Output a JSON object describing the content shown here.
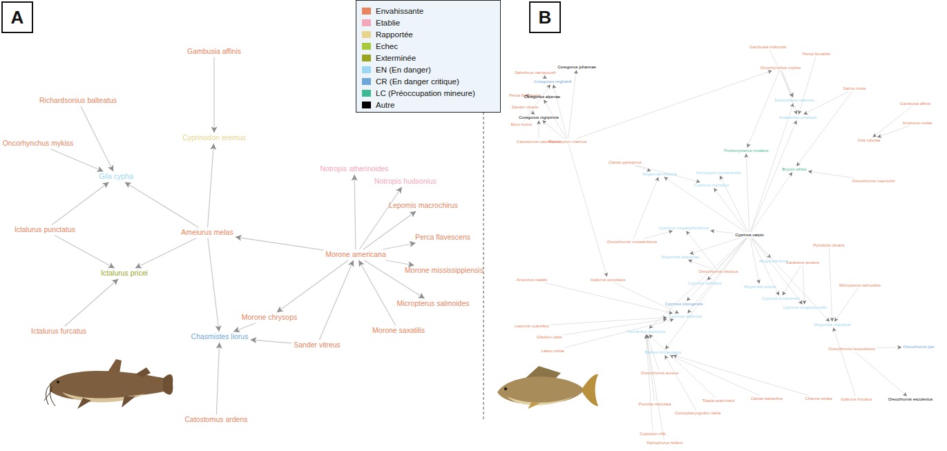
{
  "diagram": {
    "nodes": [
      {
        "text": [
          "Gambusia affinis"
        ]
      },
      {
        "text": [
          "Cyprinodon eremus"
        ]
      },
      {
        "text": [
          "Richardsonius balteatus"
        ]
      },
      {
        "text": [
          "Oncorhynchus mykiss"
        ]
      },
      {
        "text": [
          "Gila cypha"
        ]
      },
      {
        "text": [
          "Ameiurus melas"
        ]
      },
      {
        "text": [
          "Ictalurus punctatus"
        ]
      },
      {
        "text": [
          "Ictalurus pricei"
        ]
      },
      {
        "text": [
          "Ictalurus furcatus"
        ]
      },
      {
        "text": [
          "Chasmistes liorus"
        ]
      },
      {
        "text": [
          "Catostomus ardens"
        ]
      },
      {
        "text": [
          "Morone americana"
        ]
      },
      {
        "text": [
          "Notropis atherinoides"
        ]
      },
      {
        "text": [
          "Notropis hudsonius"
        ]
      },
      {
        "text": [
          "Lepomis macrochirus"
        ]
      },
      {
        "text": [
          "Perca flavescens"
        ]
      },
      {
        "text": [
          "Morone mississippiensis"
        ]
      },
      {
        "text": [
          "Micropterus salmoides"
        ]
      },
      {
        "text": [
          "Morone saxatilis"
        ]
      },
      {
        "text": [
          "Sander vitreus"
        ]
      },
      {
        "text": [
          "Morone chrysops"
        ]
      },
      {
        "text": [
          "Cyprinus carpio"
        ]
      },
      {
        "text": [
          "Gambusia holbrooki"
        ]
      },
      {
        "text": [
          "Oncorhynchus mykiss"
        ]
      },
      {
        "text": [
          "Perca fluviatilis"
        ]
      },
      {
        "text": [
          "Salmo trutta"
        ]
      },
      {
        "text": [
          "Gambusia affinis"
        ]
      },
      {
        "text": [
          "Ameiurus melas"
        ]
      },
      {
        "text": [
          "Gila robusta"
        ]
      },
      {
        "text": [
          "Pylodictis olivaris"
        ]
      },
      {
        "text": [
          "Carassius auratus"
        ]
      },
      {
        "text": [
          "Micropterus salmoides"
        ]
      },
      {
        "text": [
          "Oreochromis leucostictus"
        ]
      },
      {
        "text": [
          "Ictalurus furcatus"
        ]
      },
      {
        "text": [
          "Oreochromis jipe"
        ]
      },
      {
        "text": [
          "Oreochromis esculentus"
        ]
      },
      {
        "text": [
          "Channa striata"
        ]
      },
      {
        "text": [
          "Clarias batrachus"
        ]
      },
      {
        "text": [
          "Tilapia sparrmanii"
        ]
      },
      {
        "text": [
          "Oreochromis aureus"
        ]
      },
      {
        "text": [
          "Poecilia reticulata"
        ]
      },
      {
        "text": [
          "Coptodon zillii"
        ]
      },
      {
        "text": [
          "Xiphophorus hellerii"
        ]
      },
      {
        "text": [
          "Ctenopharyngodon idella"
        ]
      },
      {
        "text": [
          "Gibelion catla"
        ]
      },
      {
        "text": [
          "Labeo rohita"
        ]
      },
      {
        "text": [
          "Lepomis cyanellus"
        ]
      },
      {
        "text": [
          "Ameiurus natalis"
        ]
      },
      {
        "text": [
          "Ictalurus punctatus"
        ]
      },
      {
        "text": [
          "Petromyzon marinus"
        ]
      },
      {
        "text": [
          "Salvelinus namaycush"
        ]
      },
      {
        "text": [
          "Perca flavescens"
        ]
      },
      {
        "text": [
          "Sander vitreus"
        ]
      },
      {
        "text": [
          "Esox lucius"
        ]
      },
      {
        "text": [
          "Catostomus catostomus"
        ]
      },
      {
        "text": [
          "Coregonus johannae"
        ]
      },
      {
        "text": [
          "Coregonus reighardi"
        ]
      },
      {
        "text": [
          "Coregonus alpenae"
        ]
      },
      {
        "text": [
          "Coregonus nigripinnis"
        ]
      },
      {
        "text": [
          "Clarias gariepinus"
        ]
      },
      {
        "text": [
          "Oreochromis niloticus"
        ]
      },
      {
        "text": [
          "Oreochromis macrochir"
        ]
      },
      {
        "text": [
          "Oreochromis mossambicus"
        ]
      },
      {
        "text": [
          "Mogurnda furva"
        ]
      },
      {
        "text": [
          "Mogurnda spilota"
        ]
      },
      {
        "text": [
          "Cyprinus fuxianensis"
        ]
      },
      {
        "text": [
          "Cyprinus yilongensis"
        ]
      },
      {
        "text": [
          "Cyprinus daliensis"
        ]
      },
      {
        "text": [
          "Cyprinus barbatus"
        ]
      },
      {
        "text": [
          "Cyprinus micristius"
        ]
      },
      {
        "text": [
          "Cyprinus megalophthalmus"
        ]
      },
      {
        "text": [
          "Cyprinus longipectoralis"
        ]
      },
      {
        "text": [
          "Anabarilius polylepis"
        ]
      },
      {
        "text": [
          "Schizothorax taliensis"
        ]
      },
      {
        "text": [
          "Xenocypris yunnanensis"
        ]
      },
      {
        "text": [
          "Mogurnda clivicola"
        ]
      },
      {
        "text": [
          "Mogurnda larapintae"
        ]
      },
      {
        "text": [
          "Mogurnda oligolepis"
        ]
      },
      {
        "text": [
          "Yunnanilus discoloris"
        ]
      },
      {
        "text": [
          "Barbus trimaculatus"
        ]
      },
      {
        "text": [
          "Trichomycterus rivulatus"
        ]
      },
      {
        "text": [
          "Brycon whitei"
        ]
      }
    ],
    "edges": [
      {
        "from": 0,
        "to": 1,
        "arrow": "to"
      },
      {
        "from": 5,
        "to": 1,
        "arrow": "to"
      },
      {
        "from": 2,
        "to": 4,
        "arrow": "to"
      },
      {
        "from": 3,
        "to": 4,
        "arrow": "to"
      },
      {
        "from": 6,
        "to": 4,
        "arrow": "to"
      },
      {
        "from": 5,
        "to": 4,
        "arrow": "to"
      },
      {
        "from": 6,
        "to": 7,
        "arrow": "to"
      },
      {
        "from": 8,
        "to": 7,
        "arrow": "to"
      },
      {
        "from": 5,
        "to": 7,
        "arrow": "to"
      },
      {
        "from": 5,
        "to": 9,
        "arrow": "to"
      },
      {
        "from": 10,
        "to": 9,
        "arrow": "to"
      },
      {
        "from": 20,
        "to": 9,
        "arrow": "to"
      },
      {
        "from": 19,
        "to": 9,
        "arrow": "to"
      },
      {
        "from": 11,
        "to": 5,
        "arrow": "to"
      },
      {
        "from": 11,
        "to": 12,
        "arrow": "to"
      },
      {
        "from": 11,
        "to": 13,
        "arrow": "to"
      },
      {
        "from": 11,
        "to": 14,
        "arrow": "to"
      },
      {
        "from": 11,
        "to": 15,
        "arrow": "to"
      },
      {
        "from": 11,
        "to": 16,
        "arrow": "to"
      },
      {
        "from": 11,
        "to": 17,
        "arrow": "to"
      },
      {
        "from": 18,
        "to": 11,
        "arrow": "to"
      },
      {
        "from": 11,
        "to": 20,
        "arrow": "to"
      },
      {
        "from": 19,
        "to": 11,
        "arrow": "to"
      },
      {
        "from": 21,
        "to": 63,
        "arrow": "to"
      },
      {
        "from": 21,
        "to": 64,
        "arrow": "to"
      },
      {
        "from": 21,
        "to": 65,
        "arrow": "to"
      },
      {
        "from": 21,
        "to": 66,
        "arrow": "to"
      },
      {
        "from": 21,
        "to": 67,
        "arrow": "to"
      },
      {
        "from": 21,
        "to": 68,
        "arrow": "to"
      },
      {
        "from": 21,
        "to": 69,
        "arrow": "to"
      },
      {
        "from": 21,
        "to": 70,
        "arrow": "to"
      },
      {
        "from": 21,
        "to": 71,
        "arrow": "to"
      },
      {
        "from": 21,
        "to": 72,
        "arrow": "to"
      },
      {
        "from": 21,
        "to": 73,
        "arrow": "to"
      },
      {
        "from": 21,
        "to": 74,
        "arrow": "to"
      },
      {
        "from": 21,
        "to": 75,
        "arrow": "to"
      },
      {
        "from": 21,
        "to": 76,
        "arrow": "to"
      },
      {
        "from": 21,
        "to": 77,
        "arrow": "to"
      },
      {
        "from": 21,
        "to": 78,
        "arrow": "to"
      },
      {
        "from": 21,
        "to": 79,
        "arrow": "to"
      },
      {
        "from": 21,
        "to": 80,
        "arrow": "to"
      },
      {
        "from": 21,
        "to": 81,
        "arrow": "to"
      },
      {
        "from": 22,
        "to": 73,
        "arrow": "to"
      },
      {
        "from": 23,
        "to": 72,
        "arrow": "to"
      },
      {
        "from": 23,
        "to": 73,
        "arrow": "to"
      },
      {
        "from": 23,
        "to": 80,
        "arrow": "to"
      },
      {
        "from": 24,
        "to": 72,
        "arrow": "to"
      },
      {
        "from": 25,
        "to": 72,
        "arrow": "to"
      },
      {
        "from": 25,
        "to": 81,
        "arrow": "to"
      },
      {
        "from": 26,
        "to": 28,
        "arrow": "to"
      },
      {
        "from": 27,
        "to": 28,
        "arrow": "to"
      },
      {
        "from": 29,
        "to": 77,
        "arrow": "to"
      },
      {
        "from": 30,
        "to": 65,
        "arrow": "to"
      },
      {
        "from": 30,
        "to": 71,
        "arrow": "to"
      },
      {
        "from": 31,
        "to": 77,
        "arrow": "to"
      },
      {
        "from": 32,
        "to": 34,
        "arrow": "to"
      },
      {
        "from": 32,
        "to": 35,
        "arrow": "to"
      },
      {
        "from": 33,
        "to": 77,
        "arrow": "to"
      },
      {
        "from": 36,
        "to": 79,
        "arrow": "to"
      },
      {
        "from": 37,
        "to": 79,
        "arrow": "to"
      },
      {
        "from": 38,
        "to": 78,
        "arrow": "to"
      },
      {
        "from": 39,
        "to": 78,
        "arrow": "to"
      },
      {
        "from": 40,
        "to": 78,
        "arrow": "to"
      },
      {
        "from": 41,
        "to": 78,
        "arrow": "to"
      },
      {
        "from": 42,
        "to": 78,
        "arrow": "to"
      },
      {
        "from": 43,
        "to": 79,
        "arrow": "to"
      },
      {
        "from": 44,
        "to": 67,
        "arrow": "to"
      },
      {
        "from": 45,
        "to": 67,
        "arrow": "to"
      },
      {
        "from": 46,
        "to": 67,
        "arrow": "to"
      },
      {
        "from": 47,
        "to": 67,
        "arrow": "to"
      },
      {
        "from": 48,
        "to": 67,
        "arrow": "to"
      },
      {
        "from": 49,
        "to": 55,
        "arrow": "to"
      },
      {
        "from": 49,
        "to": 56,
        "arrow": "to"
      },
      {
        "from": 49,
        "to": 57,
        "arrow": "to"
      },
      {
        "from": 49,
        "to": 58,
        "arrow": "to"
      },
      {
        "from": 50,
        "to": 56,
        "arrow": "to"
      },
      {
        "from": 51,
        "to": 57,
        "arrow": "to"
      },
      {
        "from": 52,
        "to": 58,
        "arrow": "to"
      },
      {
        "from": 53,
        "to": 56,
        "arrow": "to"
      },
      {
        "from": 54,
        "to": 58,
        "arrow": "to"
      },
      {
        "from": 49,
        "to": 48,
        "arrow": "to"
      },
      {
        "from": 49,
        "to": 23,
        "arrow": "to"
      },
      {
        "from": 59,
        "to": 75,
        "arrow": "to"
      },
      {
        "from": 59,
        "to": 69,
        "arrow": "to"
      },
      {
        "from": 60,
        "to": 76,
        "arrow": "to"
      },
      {
        "from": 60,
        "to": 70,
        "arrow": "to"
      },
      {
        "from": 61,
        "to": 81,
        "arrow": "to"
      },
      {
        "from": 62,
        "to": 70,
        "arrow": "to"
      },
      {
        "from": 62,
        "to": 75,
        "arrow": "to"
      }
    ],
    "labels": [
      "A",
      "B"
    ],
    "legend": [
      {
        "text": "Envahissante",
        "color": "#e8845e"
      },
      {
        "text": "Etablie",
        "color": "#f4a7b9"
      },
      {
        "text": "Rapportée",
        "color": "#e9d48b"
      },
      {
        "text": "Echec",
        "color": "#a8c93b"
      },
      {
        "text": "Exterminée",
        "color": "#9aa51e"
      },
      {
        "text": "EN (En danger)",
        "color": "#9bd7f2"
      },
      {
        "text": "CR (En danger critique)",
        "color": "#6ea6dc"
      },
      {
        "text": "LC (Préoccupation mineure)",
        "color": "#3fb896"
      },
      {
        "text": "Autre",
        "color": "#000000"
      }
    ]
  }
}
